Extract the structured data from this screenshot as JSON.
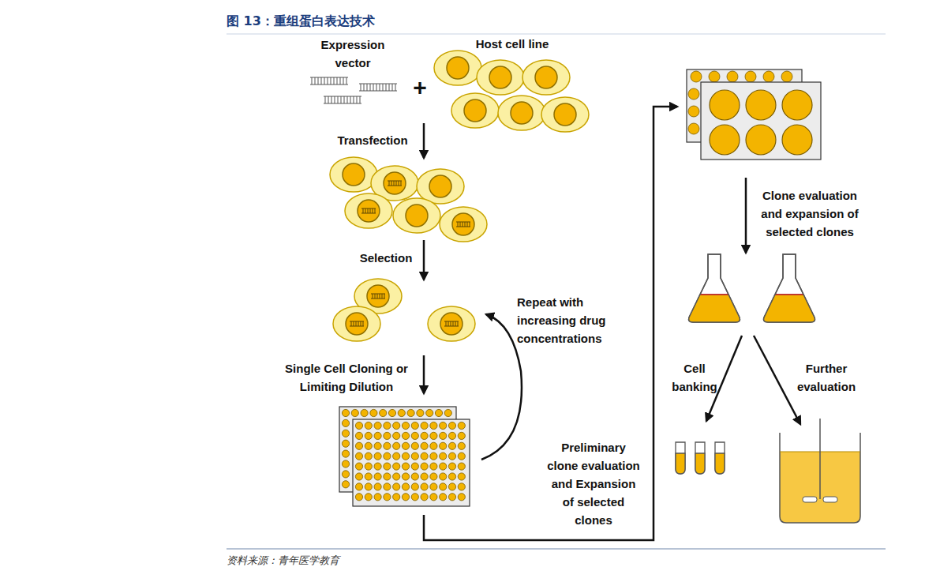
{
  "diagram": {
    "title": "图 13：重组蛋白表达技术",
    "caption": "资料来源：青年医学教育",
    "labels": [
      "Expression vector",
      "Host cell line",
      "+",
      "Transfection",
      "Selection",
      "Repeat with increasing drug concentrations",
      "Single Cell Cloning or Limiting Dilution",
      "Preliminary clone evaluation and Expansion of selected clones",
      "Clone evaluation and expansion of selected clones",
      "Cell banking",
      "Further evaluation"
    ]
  }
}
